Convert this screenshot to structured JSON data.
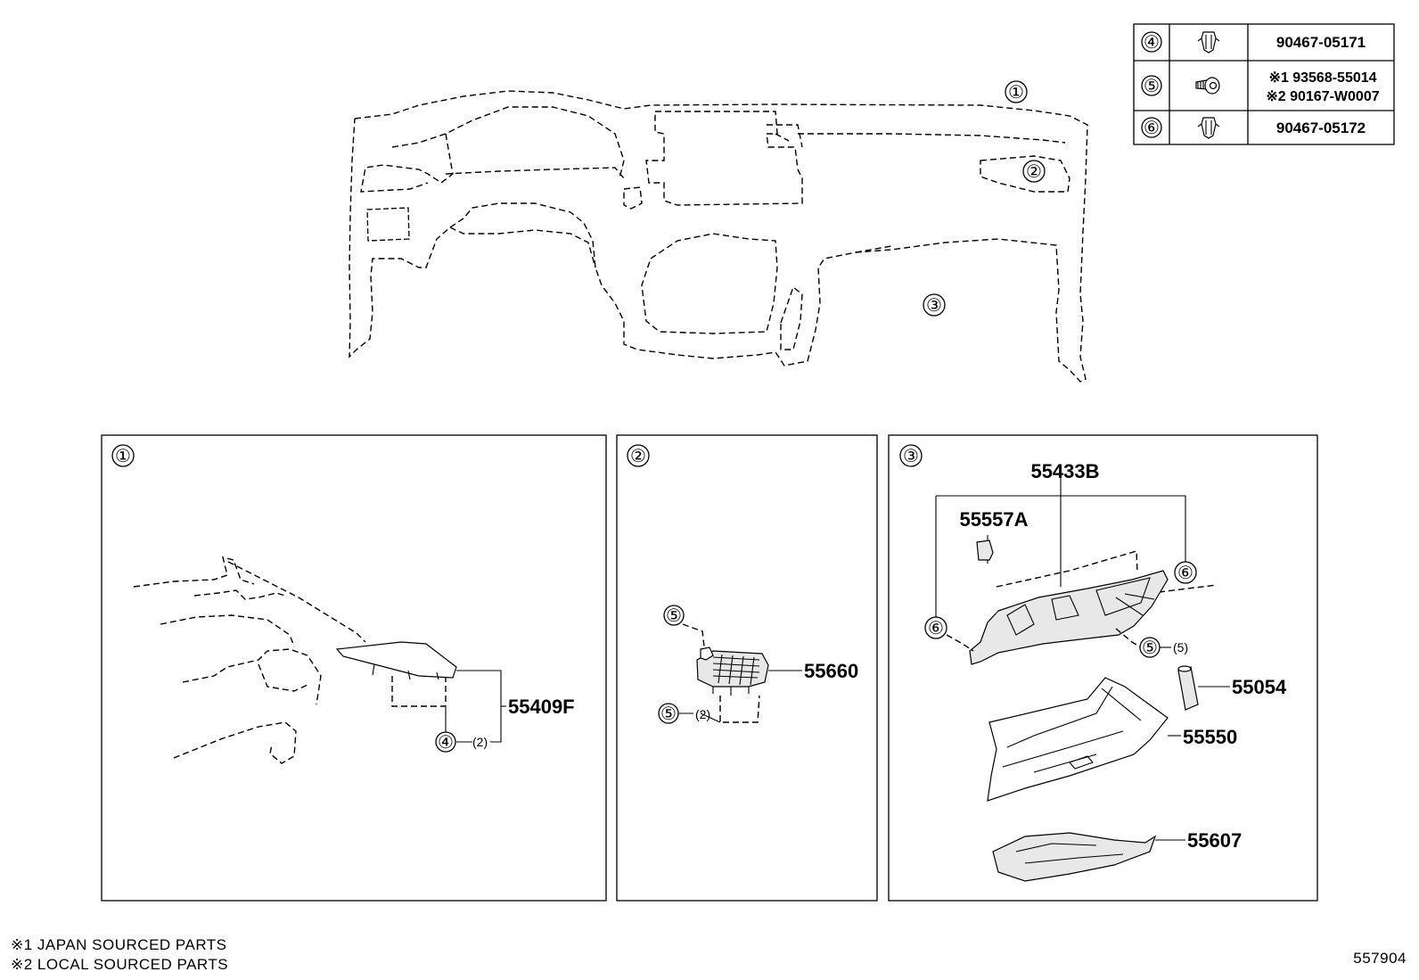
{
  "legend_table": [
    {
      "ref": "④",
      "icon": "clip-icon",
      "parts": [
        "90467-05171"
      ]
    },
    {
      "ref": "⑤",
      "icon": "screw-icon",
      "parts": [
        "※1 93568-55014",
        "※2 90167-W0007"
      ]
    },
    {
      "ref": "⑥",
      "icon": "clip-icon",
      "parts": [
        "90467-05172"
      ]
    }
  ],
  "overview_callouts": [
    "①",
    "②",
    "③"
  ],
  "panel1": {
    "marker": "①",
    "part_number": "55409F",
    "fastener_ref": "④",
    "fastener_qty": "(2)"
  },
  "panel2": {
    "marker": "②",
    "part_number": "55660",
    "fastener_ref_top": "⑤",
    "fastener_ref_bottom": "⑤",
    "fastener_qty": "(2)"
  },
  "panel3": {
    "marker": "③",
    "part_glovebox_assy": "55433B",
    "part_latch": "55557A",
    "clip_ref_left": "⑥",
    "clip_ref_right": "⑥",
    "screw_ref": "⑤",
    "screw_qty": "(5)",
    "part_damper": "55054",
    "part_door": "55550",
    "part_lower": "55607"
  },
  "footnotes": [
    "※1 JAPAN SOURCED PARTS",
    "※2 LOCAL SOURCED PARTS"
  ],
  "diagram_code": "557904"
}
